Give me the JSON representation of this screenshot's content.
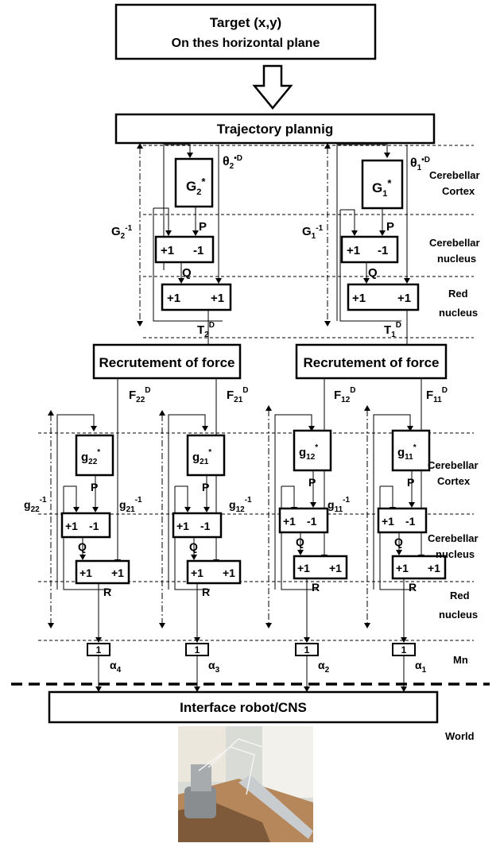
{
  "header": {
    "target_line1": "Target (x,y)",
    "target_line2": "On thes horizontal plane",
    "trajectory": "Trajectory plannig"
  },
  "layer_labels": {
    "cortex_1": "Cerebellar",
    "cortex_2": "Cortex",
    "nucleus_1": "Cerebellar",
    "nucleus_2": "nucleus",
    "red_1": "Red",
    "red_2": "nucleus",
    "mn": "Mn",
    "world": "World"
  },
  "upper": {
    "joints": [
      {
        "G": "G",
        "G_sub": "2",
        "G_sup": "*",
        "theta": "θ",
        "theta_sub": "2",
        "theta_sup": "•D",
        "Ginv": "G",
        "Ginv_sub": "2",
        "Ginv_sup": "-1",
        "T": "T",
        "T_sub": "2",
        "T_sup": "D"
      },
      {
        "G": "G",
        "G_sub": "1",
        "G_sup": "*",
        "theta": "θ",
        "theta_sub": "1",
        "theta_sup": "•D",
        "Ginv": "G",
        "Ginv_sub": "1",
        "Ginv_sup": "-1",
        "T": "T",
        "T_sub": "1",
        "T_sup": "D"
      }
    ],
    "P": "P",
    "Q": "Q",
    "plus": "+1",
    "minus": "-1"
  },
  "recruit_label": "Recrutement of force",
  "forces": [
    {
      "F": "F",
      "sub": "22",
      "sup": "D"
    },
    {
      "F": "F",
      "sub": "21",
      "sup": "D"
    },
    {
      "F": "F",
      "sub": "12",
      "sup": "D"
    },
    {
      "F": "F",
      "sub": "11",
      "sup": "D"
    }
  ],
  "lower": {
    "muscles": [
      {
        "g": "g",
        "g_sub": "22",
        "g_sup": "*",
        "ginv": "g",
        "ginv_sub": "22",
        "ginv_sup": "-1",
        "alpha": "α",
        "alpha_sub": "4"
      },
      {
        "g": "g",
        "g_sub": "21",
        "g_sup": "*",
        "ginv": "g",
        "ginv_sub": "21",
        "ginv_sup": "-1",
        "alpha": "α",
        "alpha_sub": "3"
      },
      {
        "g": "g",
        "g_sub": "12",
        "g_sup": "*",
        "ginv": "g",
        "ginv_sub": "12",
        "ginv_sup": "-1",
        "alpha": "α",
        "alpha_sub": "2"
      },
      {
        "g": "g",
        "g_sub": "11",
        "g_sup": "*",
        "ginv": "g",
        "ginv_sub": "11",
        "ginv_sup": "-1",
        "alpha": "α",
        "alpha_sub": "1"
      }
    ],
    "P": "P",
    "Q": "Q",
    "R": "R",
    "plus": "+1",
    "minus": "-1",
    "mn_value": "1"
  },
  "interface": "Interface robot/CNS",
  "photo": {
    "description_icon": "robot-arm-photo"
  }
}
